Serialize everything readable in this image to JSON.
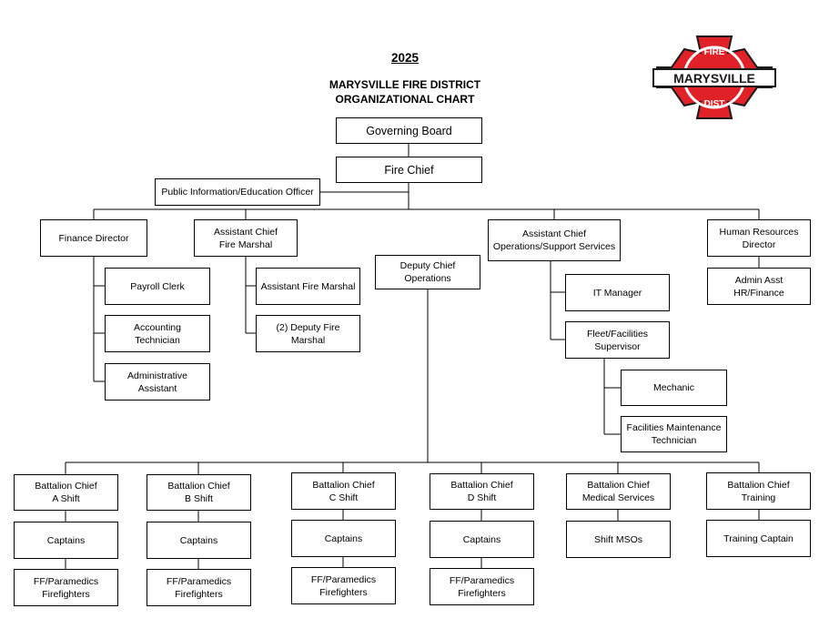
{
  "header": {
    "year": "2025",
    "title_line1": "MARYSVILLE FIRE DISTRICT",
    "title_line2": "ORGANIZATIONAL CHART"
  },
  "logo": {
    "top_text": "FIRE",
    "main_text": "MARYSVILLE",
    "bottom_text": "DIST",
    "colors": {
      "red": "#e02128",
      "black": "#1a1a1a",
      "white": "#ffffff"
    }
  },
  "nodes": {
    "governing_board": [
      "Governing Board"
    ],
    "fire_chief": [
      "Fire Chief"
    ],
    "pio": [
      "Public Information/Education Officer"
    ],
    "finance_director": [
      "Finance Director"
    ],
    "payroll_clerk": [
      "Payroll Clerk"
    ],
    "accounting_tech": [
      "Accounting",
      "Technician"
    ],
    "admin_assistant": [
      "Administrative",
      "Assistant"
    ],
    "ac_fire_marshal": [
      "Assistant Chief",
      "Fire Marshal"
    ],
    "asst_fire_marshal": [
      "Assistant Fire Marshal"
    ],
    "deputy_fire_marshal": [
      "(2) Deputy Fire",
      "Marshal"
    ],
    "deputy_chief_ops": [
      "Deputy Chief",
      "Operations"
    ],
    "ac_ops_support": [
      "Assistant Chief",
      "Operations/Support Services"
    ],
    "it_manager": [
      "IT Manager"
    ],
    "fleet_supervisor": [
      "Fleet/Facilities",
      "Supervisor"
    ],
    "mechanic": [
      "Mechanic"
    ],
    "facilities_tech": [
      "Facilities Maintenance",
      "Technician"
    ],
    "hr_director": [
      "Human Resources",
      "Director"
    ],
    "admin_asst_hr": [
      "Admin Asst",
      "HR/Finance"
    ],
    "bc_a": [
      "Battalion Chief",
      "A Shift"
    ],
    "bc_b": [
      "Battalion Chief",
      "B Shift"
    ],
    "bc_c": [
      "Battalion Chief",
      "C Shift"
    ],
    "bc_d": [
      "Battalion Chief",
      "D Shift"
    ],
    "bc_med": [
      "Battalion Chief",
      "Medical Services"
    ],
    "bc_train": [
      "Battalion Chief",
      "Training"
    ],
    "captains_a": [
      "Captains"
    ],
    "captains_b": [
      "Captains"
    ],
    "captains_c": [
      "Captains"
    ],
    "captains_d": [
      "Captains"
    ],
    "shift_msos": [
      "Shift MSOs"
    ],
    "training_captain": [
      "Training Captain"
    ],
    "ff_a": [
      "FF/Paramedics",
      "Firefighters"
    ],
    "ff_b": [
      "FF/Paramedics",
      "Firefighters"
    ],
    "ff_c": [
      "FF/Paramedics",
      "Firefighters"
    ],
    "ff_d": [
      "FF/Paramedics",
      "Firefighters"
    ]
  }
}
